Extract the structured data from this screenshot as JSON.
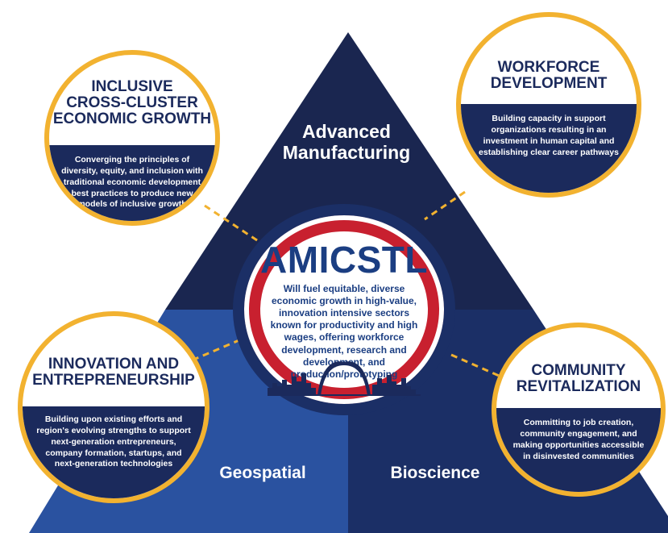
{
  "colors": {
    "navy": "#1b2a5c",
    "dark_navy": "#1a2650",
    "mid_blue": "#2a52a0",
    "gold": "#f2b230",
    "red": "#c8202f",
    "white": "#ffffff"
  },
  "sectors": {
    "top": "Advanced\nManufacturing",
    "left": "Geospatial",
    "right": "Bioscience"
  },
  "center": {
    "title": "AMICSTL",
    "description": "Will fuel equitable, diverse economic growth in high-value, innovation intensive sectors known for productivity and high wages, offering workforce development, research and development, and production/prototyping",
    "skyline_icon": "st-louis-skyline-icon"
  },
  "pillars": {
    "inclusive": {
      "title": "INCLUSIVE\nCROSS-CLUSTER\nECONOMIC GROWTH",
      "description": "Converging the principles of diversity, equity, and inclusion with traditional economic development best practices to produce new models of inclusive growth"
    },
    "workforce": {
      "title": "WORKFORCE\nDEVELOPMENT",
      "description": "Building capacity in support organizations resulting in an investment in human capital and establishing clear career pathways"
    },
    "innovation": {
      "title": "INNOVATION AND\nENTREPRENEURSHIP",
      "description": "Building upon existing efforts and region's evolving strengths to support next-generation entrepreneurs, company formation, startups, and next-generation technologies"
    },
    "community": {
      "title": "COMMUNITY\nREVITALIZATION",
      "description": "Committing to job creation, community engagement, and making opportunities accessible in disinvested communities"
    }
  }
}
